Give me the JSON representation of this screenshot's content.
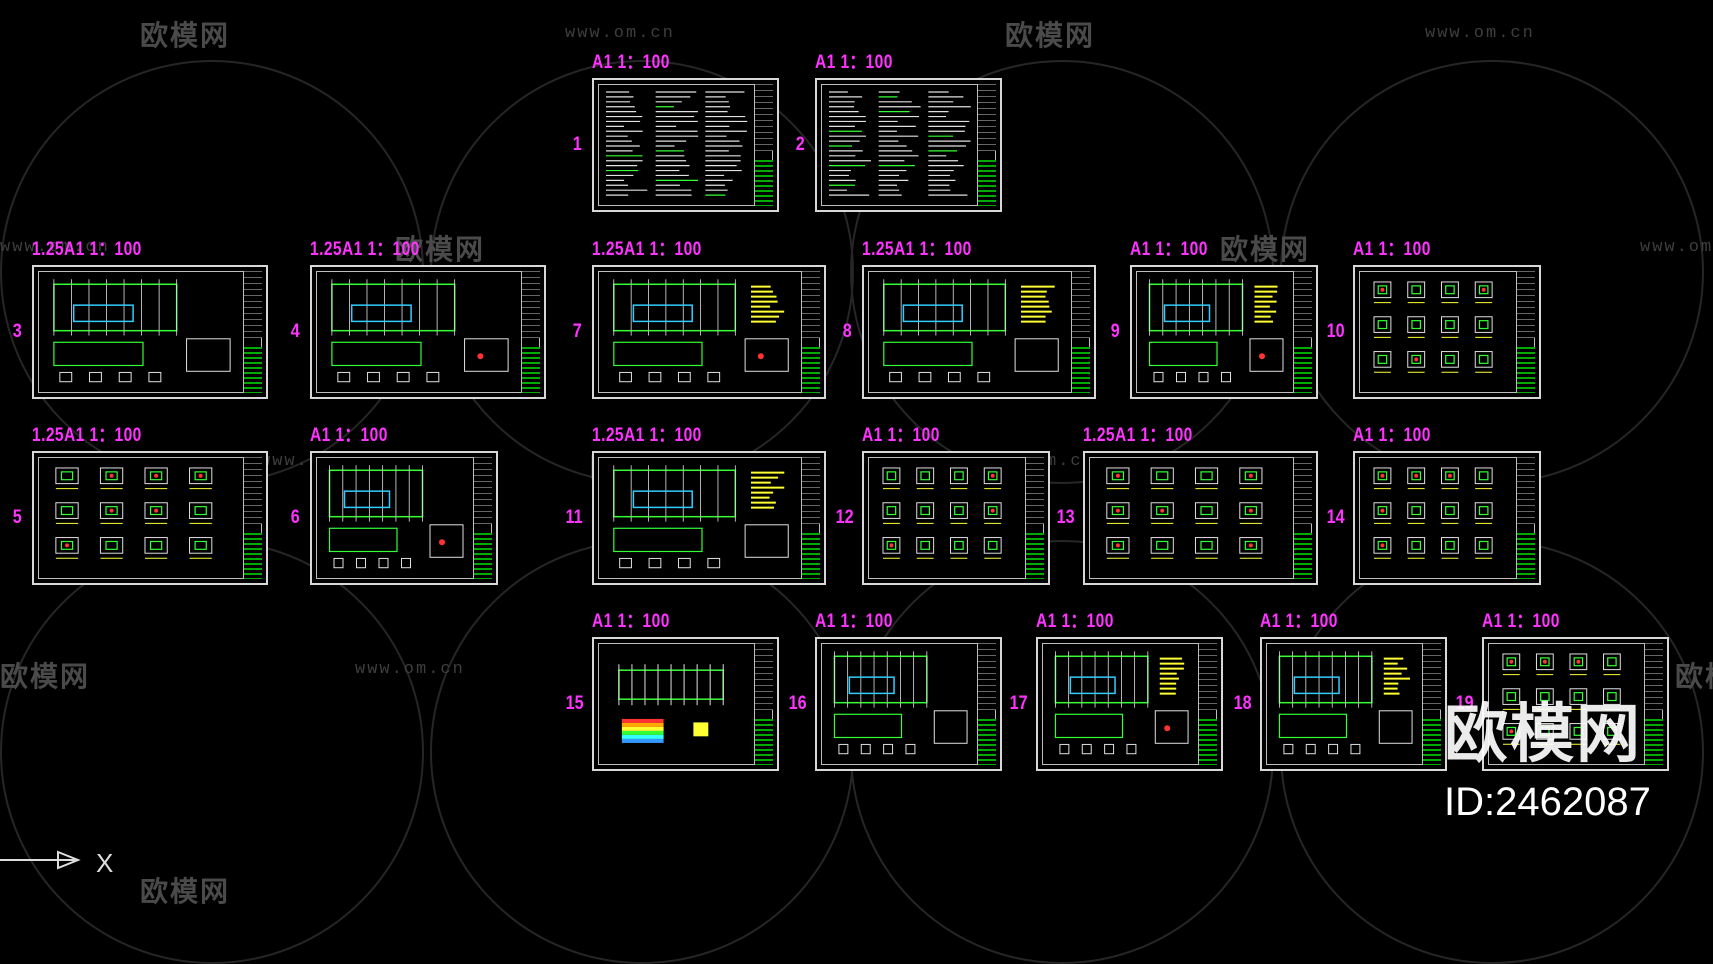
{
  "app": {
    "title": "CAD model space - drawing sheet layout"
  },
  "colors": {
    "background": "#000000",
    "label": "#ff33ff",
    "frame": "#d8d8d8",
    "watermark": "#4a4a4a"
  },
  "watermark": {
    "text": "欧模网",
    "url": "www.om.cn"
  },
  "brand": {
    "logo": "欧模网",
    "id": "ID:2462087"
  },
  "ucs": {
    "axis_label": "X"
  },
  "sheets": [
    {
      "number": "1",
      "scale": "A1  1：100",
      "style": "text"
    },
    {
      "number": "2",
      "scale": "A1  1：100",
      "style": "text"
    },
    {
      "number": "3",
      "scale": "1.25A1  1：100",
      "style": "plan"
    },
    {
      "number": "4",
      "scale": "1.25A1  1：100",
      "style": "plan"
    },
    {
      "number": "7",
      "scale": "1.25A1  1：100",
      "style": "plan"
    },
    {
      "number": "8",
      "scale": "1.25A1  1：100",
      "style": "plan"
    },
    {
      "number": "9",
      "scale": "A1  1：100",
      "style": "plan"
    },
    {
      "number": "10",
      "scale": "A1  1：100",
      "style": "details"
    },
    {
      "number": "5",
      "scale": "1.25A1  1：100",
      "style": "details"
    },
    {
      "number": "6",
      "scale": "A1  1：100",
      "style": "plan"
    },
    {
      "number": "11",
      "scale": "1.25A1  1：100",
      "style": "plan"
    },
    {
      "number": "12",
      "scale": "A1  1：100",
      "style": "details"
    },
    {
      "number": "13",
      "scale": "1.25A1  1：100",
      "style": "details"
    },
    {
      "number": "14",
      "scale": "A1  1：100",
      "style": "details"
    },
    {
      "number": "15",
      "scale": "A1  1：100",
      "style": "grid"
    },
    {
      "number": "16",
      "scale": "A1  1：100",
      "style": "plan"
    },
    {
      "number": "17",
      "scale": "A1  1：100",
      "style": "plan"
    },
    {
      "number": "18",
      "scale": "A1  1：100",
      "style": "plan"
    },
    {
      "number": "19",
      "scale": "A1  1：100",
      "style": "details"
    }
  ]
}
